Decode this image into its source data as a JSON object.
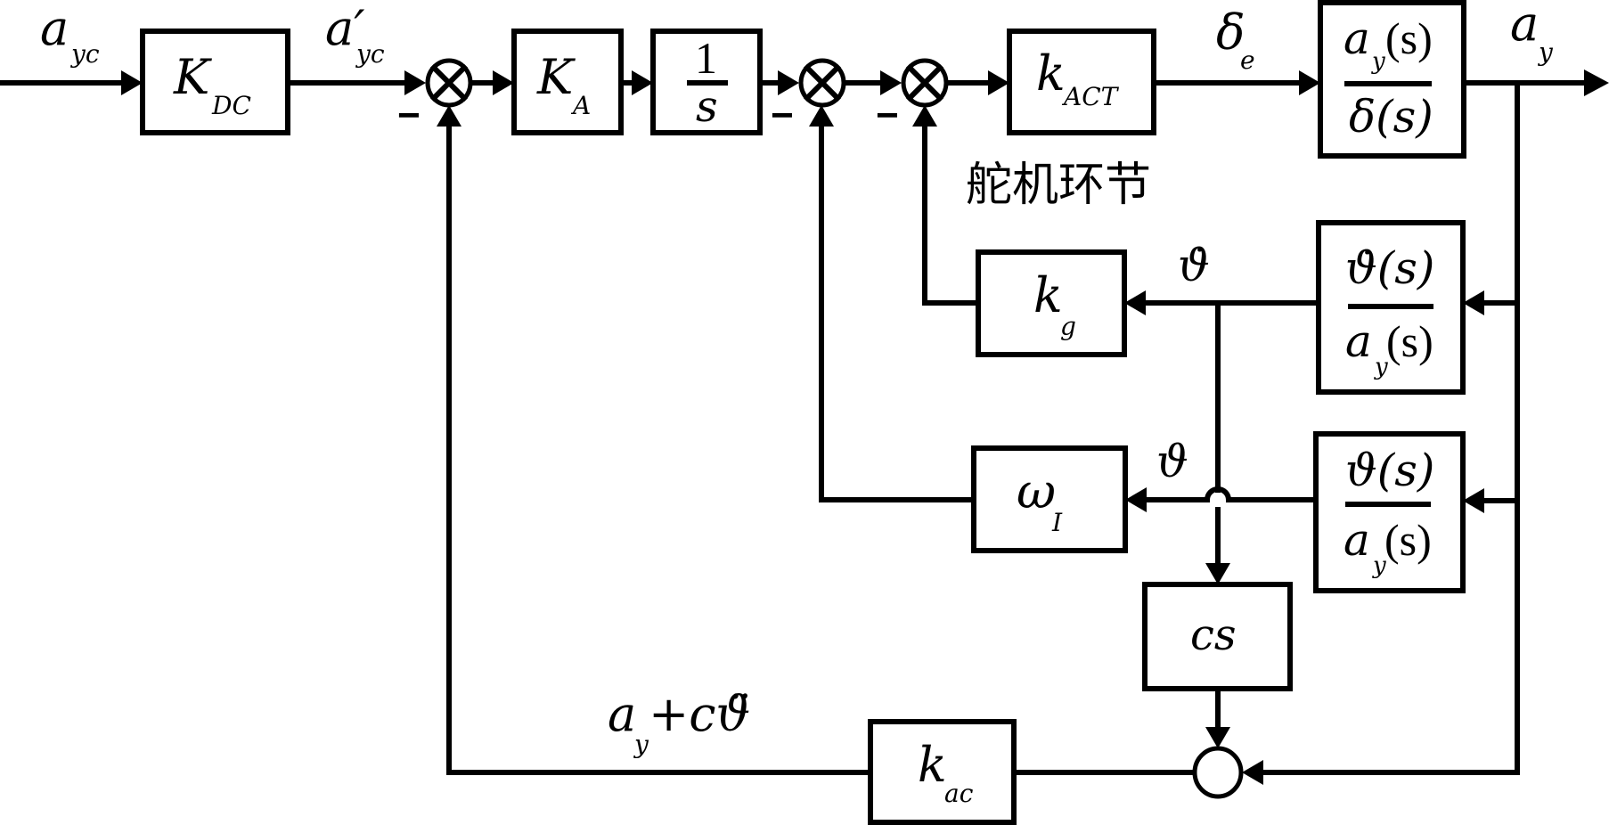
{
  "diagram": {
    "type": "control-block-diagram",
    "caption_actuator": "舵机环节",
    "signals": {
      "input": {
        "main": "a",
        "sub": "yc"
      },
      "after_kdc": {
        "main": "a′",
        "sub": "yc"
      },
      "delta_e": {
        "main": "δ",
        "sub": "e"
      },
      "output": {
        "main": "a",
        "sub": "y"
      },
      "theta_dot": "ϑ̇",
      "theta": "ϑ",
      "feedback_accel": {
        "main": "a",
        "sub": "y",
        "rest": "+cϑ̈"
      }
    },
    "blocks": {
      "kdc": {
        "main": "K",
        "sub": "DC"
      },
      "ka": {
        "main": "K",
        "sub": "A"
      },
      "integrator": {
        "num": "1",
        "den": "s"
      },
      "kact": {
        "main": "k",
        "sub": "ACT"
      },
      "plant": {
        "num_main": "a",
        "num_sub": "y",
        "num_rest": "(s)",
        "den": "δ(s)"
      },
      "kg": {
        "main": "k",
        "sub": "g"
      },
      "rate_tf": {
        "num": "ϑ̇(s)",
        "den_main": "a",
        "den_sub": "y",
        "den_rest": "(s)"
      },
      "omega": {
        "main": "ω",
        "sub": "I"
      },
      "angle_tf": {
        "num": "ϑ(s)",
        "den_main": "a",
        "den_sub": "y",
        "den_rest": "(s)"
      },
      "cs": {
        "label": "cs"
      },
      "kac": {
        "main": "k",
        "sub": "ac"
      }
    },
    "junction_signs": {
      "sum1": "−",
      "sum2": "−",
      "sum3": "−"
    }
  }
}
